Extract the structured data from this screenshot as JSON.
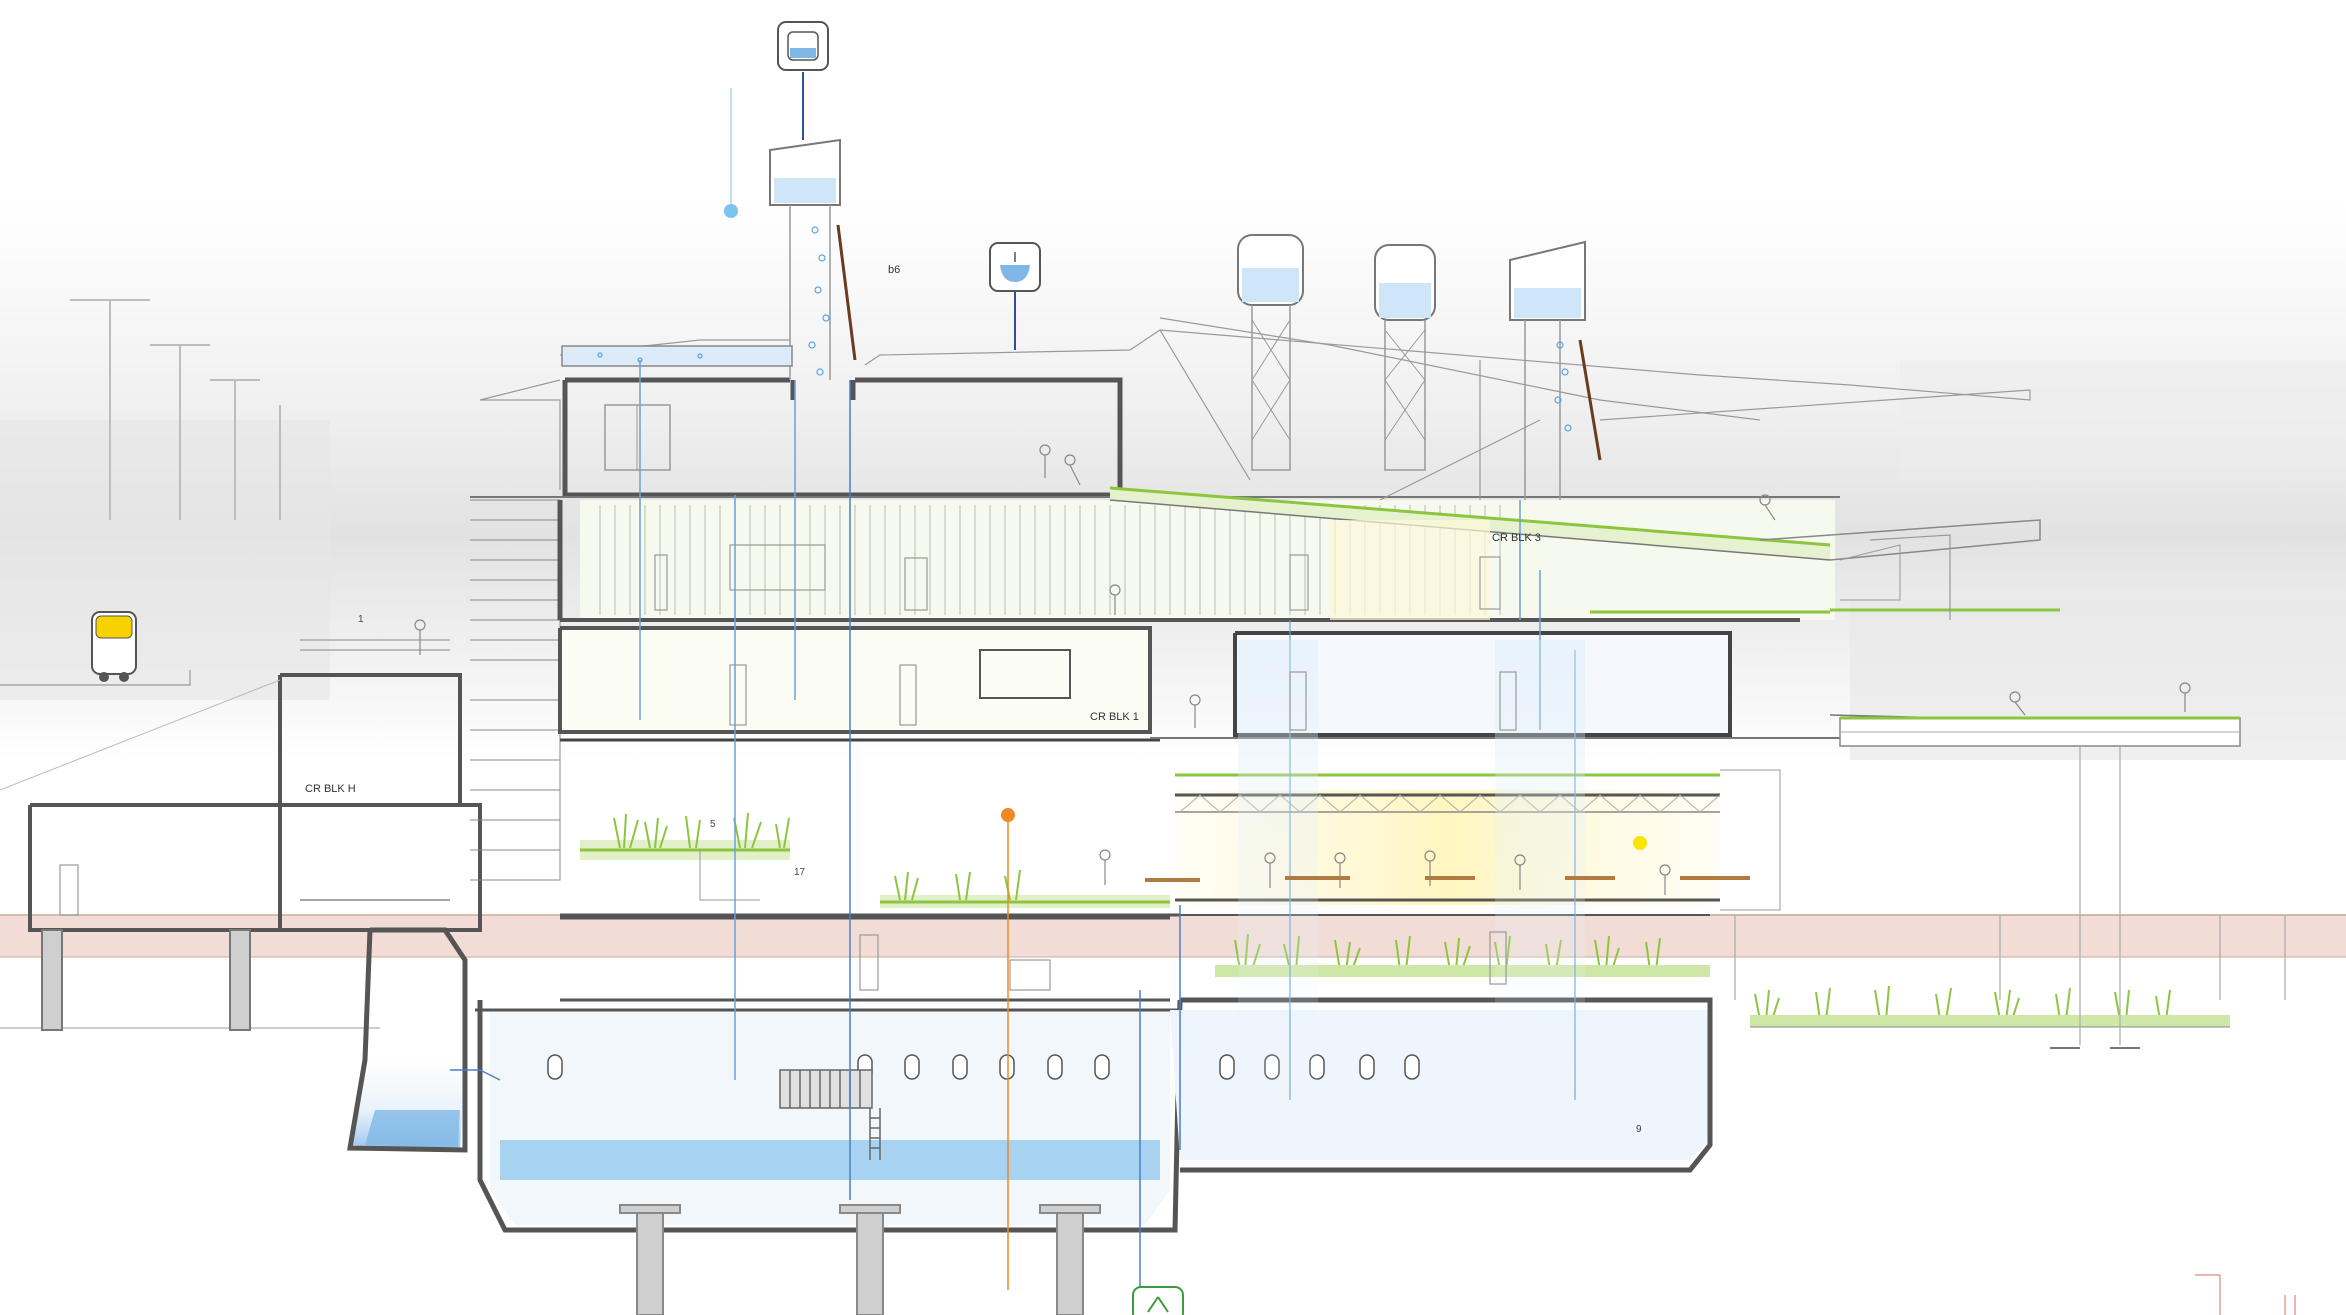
{
  "labels": {
    "b6": "b6",
    "cr_blk_3": "CR BLK 3",
    "cr_blk_1": "CR BLK 1",
    "cr_blk_h": "CR BLK H",
    "n1": "1",
    "n5": "5",
    "n17": "17",
    "n9": "9"
  },
  "colors": {
    "wall": "#555555",
    "line": "#8a8a8a",
    "water": "#7fb8e6",
    "water_light": "#dcebf7",
    "grass": "#8cc63f",
    "grass_light": "#d8eeb0",
    "pipe_blue": "#2f5fa8",
    "accent_orange": "#f08a24",
    "accent_yellow": "#f7e600",
    "haze": "#e9e9e9",
    "ground_band": "#f0dcd4"
  },
  "icons": [
    "water-tank-icon",
    "washbasin-icon",
    "section-marker-icon",
    "north-arrow-icon",
    "vending-kiosk-icon"
  ]
}
